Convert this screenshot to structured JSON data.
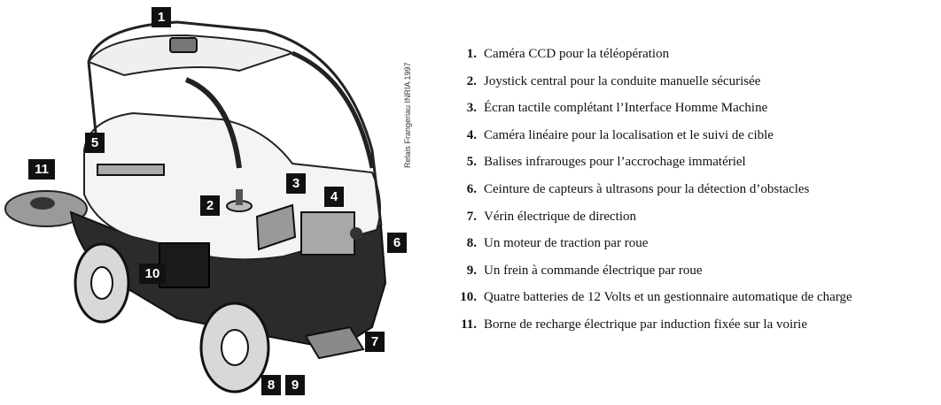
{
  "callouts": [
    "1",
    "2",
    "3",
    "4",
    "5",
    "6",
    "7",
    "8",
    "9",
    "10",
    "11"
  ],
  "credit": "Relais Frangeriau INRIA 1997",
  "legend": [
    {
      "num": "1.",
      "text": "Caméra CCD pour la téléopération"
    },
    {
      "num": "2.",
      "text": "Joystick central pour la conduite manuelle sécurisée"
    },
    {
      "num": "3.",
      "text": "Écran tactile complétant l’Interface Homme Machine"
    },
    {
      "num": "4.",
      "text": "Caméra linéaire pour la localisation et le suivi de cible"
    },
    {
      "num": "5.",
      "text": "Balises infrarouges pour l’accrochage immatériel"
    },
    {
      "num": "6.",
      "text": "Ceinture de capteurs à ultrasons pour la détection d’obstacles"
    },
    {
      "num": "7.",
      "text": "Vérin électrique de direction"
    },
    {
      "num": "8.",
      "text": "Un moteur de traction par roue"
    },
    {
      "num": "9.",
      "text": "Un frein à commande électrique par roue"
    },
    {
      "num": "10.",
      "text": "Quatre batteries de 12 Volts et un gestionnaire automatique de charge"
    },
    {
      "num": "11.",
      "text": "Borne de recharge électrique par induction fixée sur la voirie"
    }
  ]
}
